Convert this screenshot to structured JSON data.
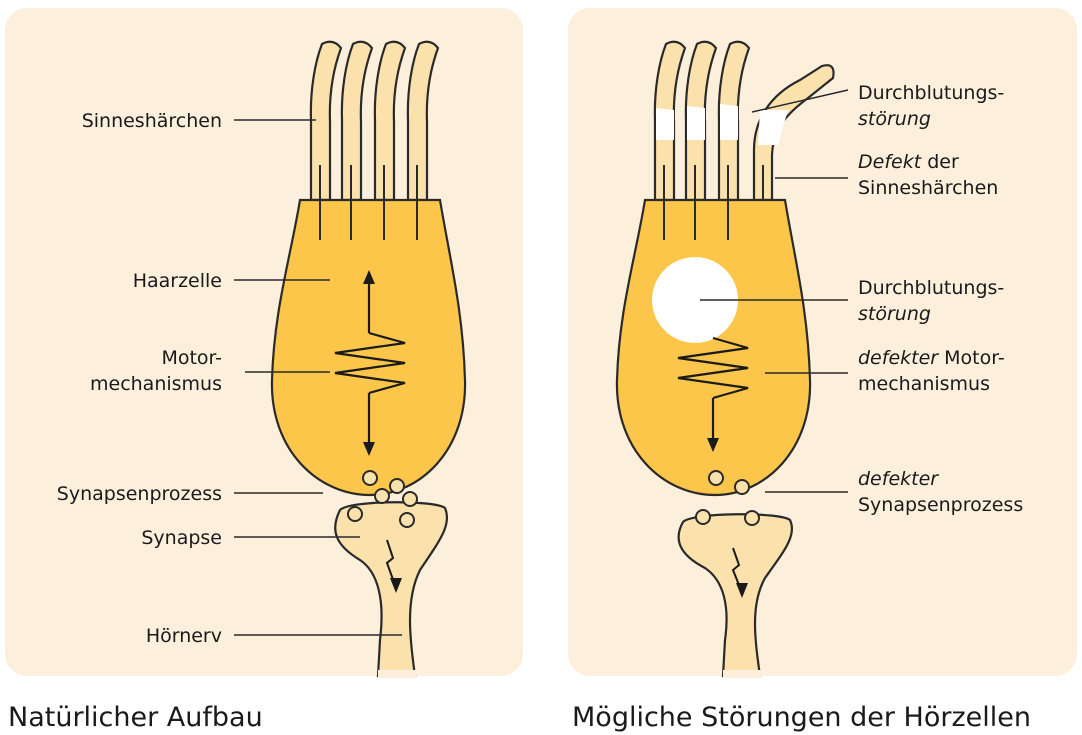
{
  "colors": {
    "panel": "#fcefdc",
    "cell_body": "#fcc64a",
    "pale": "#fbe2ad",
    "stroke": "#2a2a2a",
    "lesion": "#ffffff"
  },
  "left_panel": {
    "caption": "Natürlicher Aufbau",
    "labels": {
      "sinneshaerchen": "Sinneshärchen",
      "haarzelle": "Haarzelle",
      "motor_1": "Motor-",
      "motor_2": "mechanismus",
      "synapsenprozess": "Synapsenprozess",
      "synapse": "Synapse",
      "hoernerv": "Hörnerv"
    }
  },
  "right_panel": {
    "caption": "Mögliche Störungen der Hörzellen",
    "labels": {
      "durch1_a": "Durchblutungs-",
      "durch1_b": "störung",
      "defekt_it": "Defekt",
      "defekt_rest": " der",
      "defekt_b": "Sinneshärchen",
      "durch2_a": "Durchblutungs-",
      "durch2_b": "störung",
      "motor_it": "defekter",
      "motor_rest": " Motor-",
      "motor_b": "mechanismus",
      "syn_it": "defekter",
      "syn_b": "Synapsenprozess"
    }
  }
}
